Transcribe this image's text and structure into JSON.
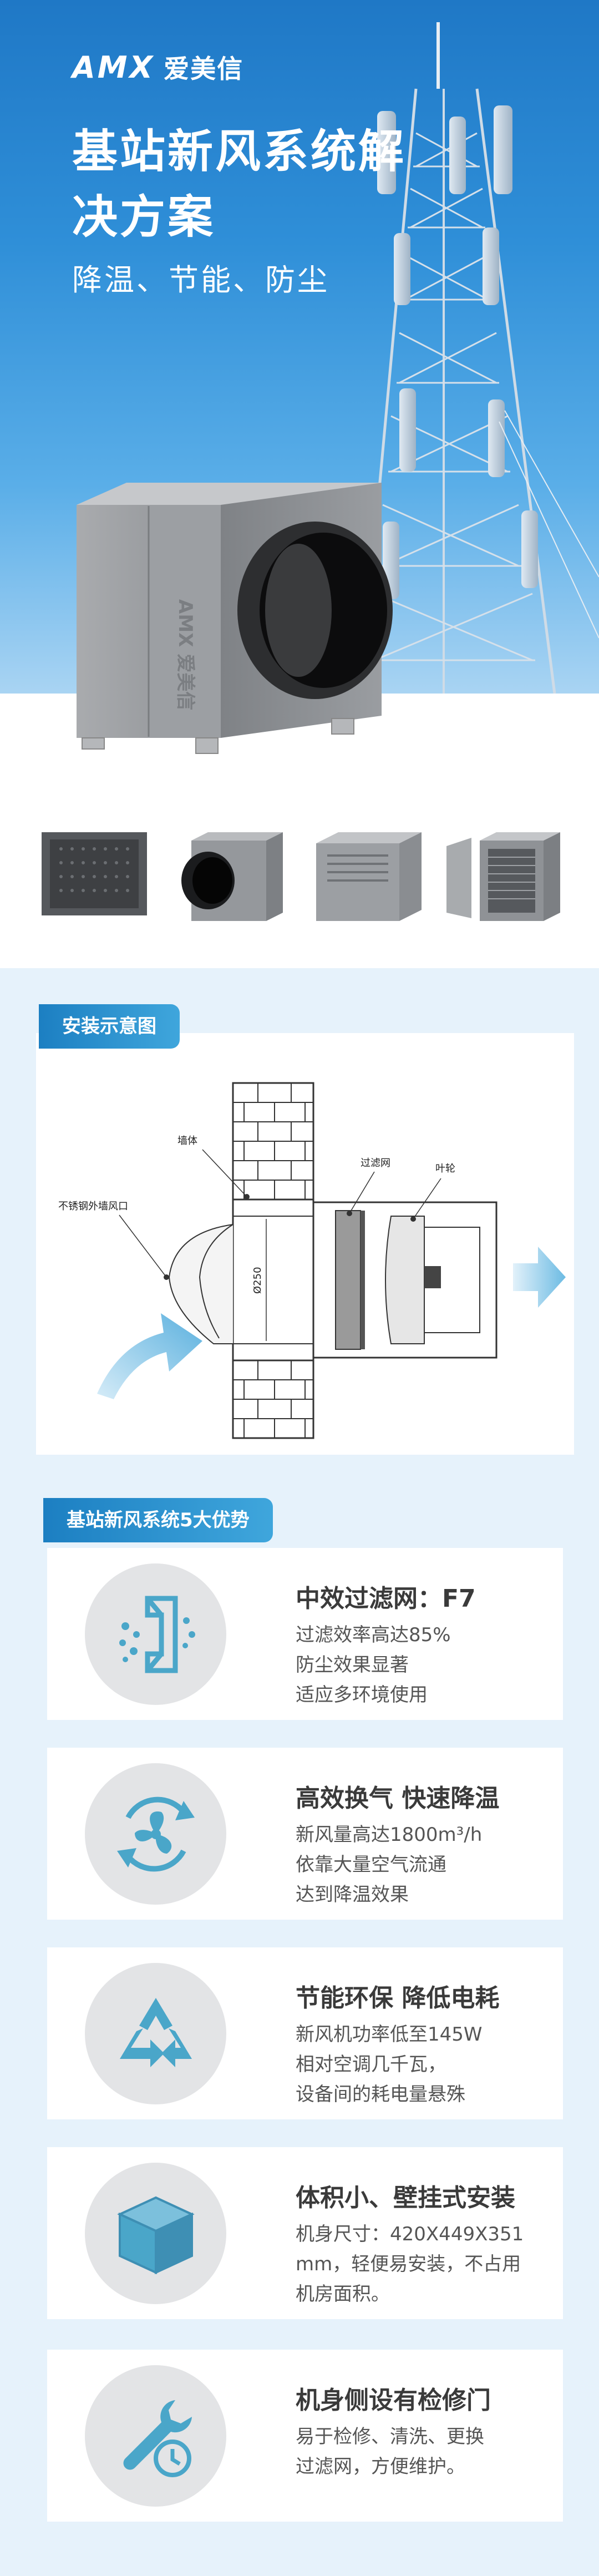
{
  "brand": {
    "logo": "AMX",
    "name": "爱美信"
  },
  "hero": {
    "title": "基站新风系统解决方案",
    "subtitle": "降温、节能、防尘",
    "product_mark": "AMX 爱美信"
  },
  "install": {
    "tag": "安装示意图",
    "labels": {
      "wall": "墙体",
      "filter": "过滤网",
      "impeller": "叶轮",
      "outlet": "不锈钢外墙风口",
      "dimension": "Ø250"
    }
  },
  "advantages": {
    "tag": "基站新风系统5大优势",
    "items": [
      {
        "icon": "filter-icon",
        "title": "中效过滤网：F7",
        "lines": [
          "过滤效率高达85%",
          "防尘效果显著",
          "适应多环境使用"
        ]
      },
      {
        "icon": "fan-cycle-icon",
        "title": "高效换气 快速降温",
        "lines": [
          "新风量高达1800m³/h",
          "依靠大量空气流通",
          "达到降温效果"
        ]
      },
      {
        "icon": "recycle-icon",
        "title": "节能环保 降低电耗",
        "lines": [
          "新风机功率低至145W",
          "相对空调几千瓦，",
          "设备间的耗电量悬殊"
        ]
      },
      {
        "icon": "box-icon",
        "title": "体积小、壁挂式安装",
        "lines": [
          "机身尺寸：420X449X351",
          "mm，轻便易安装，不占用",
          "机房面积。"
        ]
      },
      {
        "icon": "wrench-clock-icon",
        "title": "机身侧设有检修门",
        "lines": [
          "易于检修、清洗、更换",
          "过滤网，方便维护。"
        ]
      }
    ]
  },
  "colors": {
    "accent": "#2a8fcf",
    "icon": "#4aa6c9",
    "hero_top": "#1f78c6"
  }
}
